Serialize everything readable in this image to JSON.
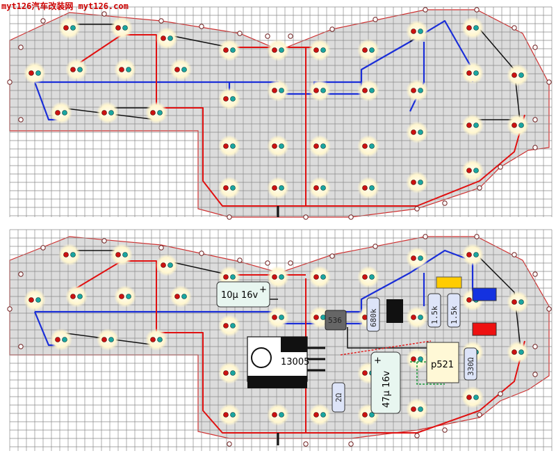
{
  "watermark": "myt126汽车改装网 myt126.com",
  "colors": {
    "grid": "#8a8a8a",
    "fill": "#d8d8d8",
    "outline": "#d03030",
    "blue": "#1a2ed8",
    "red": "#e01010",
    "black": "#111111",
    "led_glow": "#fffbe0"
  },
  "components": {
    "cap_small": "10μ 16v",
    "cap_large": "47μ 16v",
    "plus": "+",
    "transistor_small": "536",
    "transistor_big": "13005",
    "res_2": "2Ω",
    "res_680": "680k",
    "res_15a": "1.5k",
    "res_15b": "1.5k",
    "res_330": "330Ω",
    "ic": "p521"
  }
}
